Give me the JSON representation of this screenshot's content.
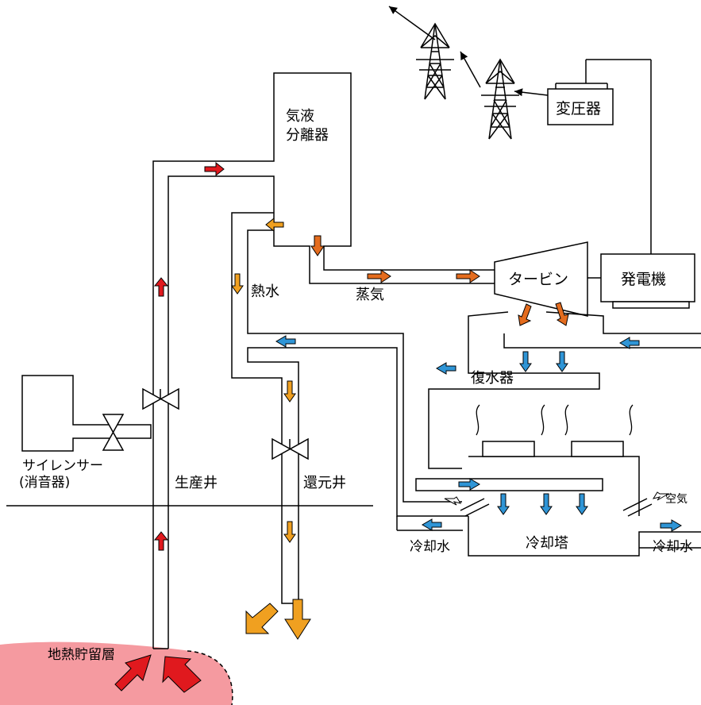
{
  "labels": {
    "separator_line1": "気液",
    "separator_line2": "分離器",
    "transformer": "変圧器",
    "turbine": "タービン",
    "generator": "発電機",
    "steam": "蒸気",
    "hot_water": "熱水",
    "condenser": "復水器",
    "silencer_line1": "サイレンサー",
    "silencer_line2": "(消音器)",
    "production_well": "生産井",
    "reinjection_well": "還元井",
    "air": "空気",
    "cooling_water_left": "冷却水",
    "cooling_tower": "冷却塔",
    "cooling_water_right": "冷却水",
    "reservoir": "地熱貯留層"
  },
  "colors": {
    "geothermal_red": "#e0191e",
    "steam_orange": "#e46c1e",
    "hot_water_orange": "#f0a020",
    "cooling_blue": "#2f95d6",
    "reservoir_pink": "#f59aa0",
    "line": "#000000"
  }
}
